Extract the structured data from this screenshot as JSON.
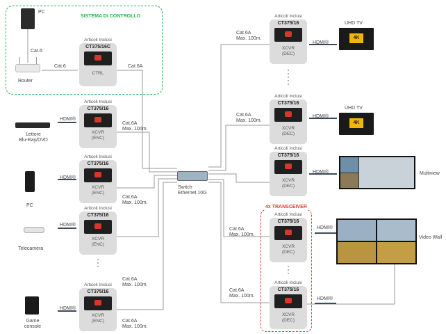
{
  "control_group": {
    "title": "SISTEMA DI CONTROLLO",
    "pc": "PC",
    "router": "Router",
    "cat_pc": "Cat.6",
    "cat_router": "Cat.6",
    "cat_out": "Cat.6A"
  },
  "included": "Articoli Inclusi",
  "models": {
    "control": "CT375/16C",
    "xcvr": "CT375/16"
  },
  "labels": {
    "ctrl": "CTRL",
    "enc1": "XCVR",
    "enc2": "(ENC)",
    "dec1": "XCVR",
    "dec2": "(DEC)"
  },
  "cable": {
    "cat6a": "Cat.6A",
    "max": "Max. 100m."
  },
  "hdmi": "HDMI®",
  "sources": [
    "Lettore\nBlu-Ray/DVD",
    "PC",
    "Telecamera",
    "Game\nconsole"
  ],
  "switch": {
    "line1": "Switch",
    "line2": "Ethernet 10G"
  },
  "displays": {
    "uhd": "UHD TV",
    "multiview": "Multiview",
    "videowall": "Video Wall",
    "badge_4k": "4K"
  },
  "transceiver": {
    "title": "4x TRANSCEIVER"
  },
  "colors": {
    "accent_green": "#2bb24c",
    "accent_red": "#e33b2e",
    "device_bg": "#dcdcdc",
    "device_front": "#1f1f1f"
  }
}
